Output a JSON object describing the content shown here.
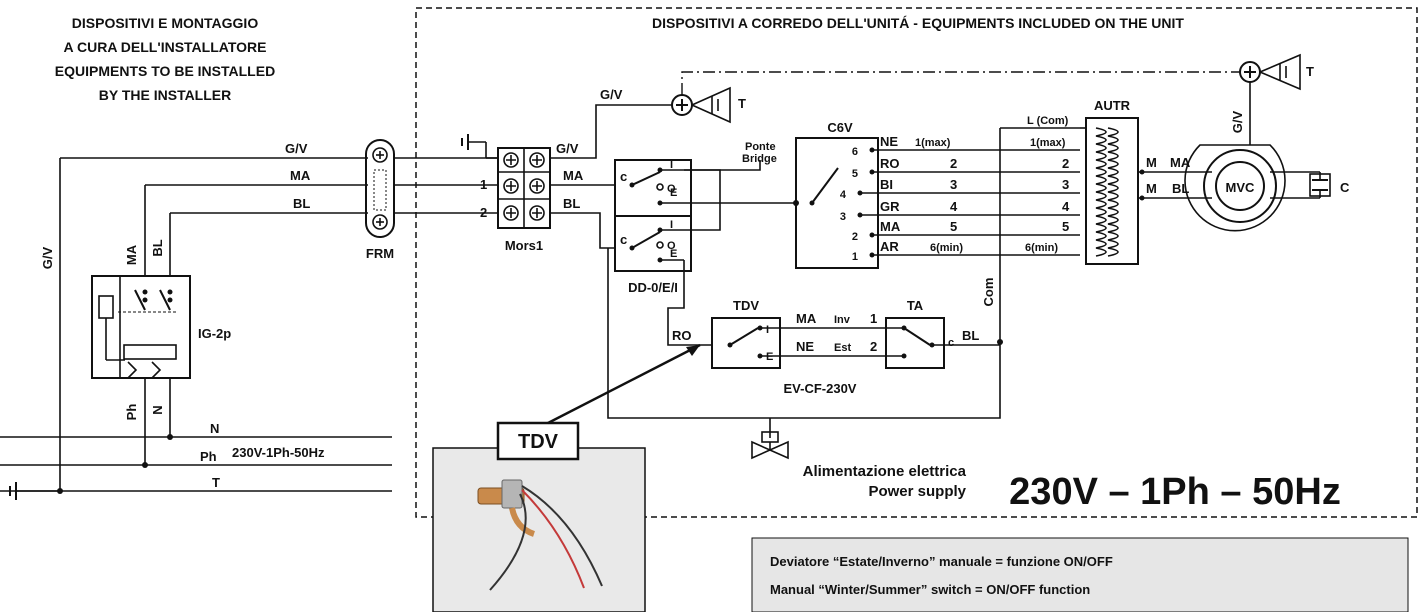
{
  "installer_title": {
    "line1": "DISPOSITIVI E MONTAGGIO",
    "line2": "A CURA DELL'INSTALLATORE",
    "line3": "EQUIPMENTS TO BE INSTALLED",
    "line4": "BY THE INSTALLER"
  },
  "unit_title": "DISPOSITIVI A CORREDO DELL'UNITÁ - EQUIPMENTS INCLUDED ON THE UNIT",
  "wires": {
    "gv": "G/V",
    "ma": "MA",
    "bl": "BL",
    "n": "N",
    "ph": "Ph",
    "t": "T",
    "ro": "RO",
    "ne": "NE",
    "bi": "BI",
    "gr": "GR",
    "ar": "AR",
    "com": "Com",
    "one": "1",
    "two": "2"
  },
  "components": {
    "frm": "FRM",
    "mors1": "Mors1",
    "ig2p": "IG-2p",
    "dd": "DD-0/E/I",
    "c6v": "C6V",
    "autr": "AUTR",
    "mvc": "MVC",
    "cap": "C",
    "tdv": "TDV",
    "ta": "TA",
    "ev": "EV-CF-230V",
    "earth": "T"
  },
  "ponte": "Ponte",
  "bridge": "Bridge",
  "terminals": {
    "i": "I",
    "o": "O",
    "e": "E",
    "c": "c",
    "inv": "Inv",
    "est": "Est",
    "m": "M",
    "l_com": "L (Com)"
  },
  "c6v_pins": [
    "6",
    "5",
    "4",
    "3",
    "2",
    "1"
  ],
  "c6v_wires": [
    "NE",
    "RO",
    "BI",
    "GR",
    "MA",
    "AR"
  ],
  "speed_labels": [
    "1(max)",
    "2",
    "3",
    "4",
    "5",
    "6(min)"
  ],
  "supply_small": "230V-1Ph-50Hz",
  "supply_text": {
    "it": "Alimentazione elettrica",
    "en": "Power supply",
    "big": "230V – 1Ph – 50Hz"
  },
  "tdv_photo_label": "TDV",
  "notes": {
    "line1": "Deviatore “Estate/Inverno” manuale = funzione ON/OFF",
    "line2": "Manual “Winter/Summer” switch = ON/OFF function"
  },
  "colors": {
    "line": "#111111",
    "note_bg": "#e6e6e6",
    "photo_bg": "#e9e9e9"
  }
}
